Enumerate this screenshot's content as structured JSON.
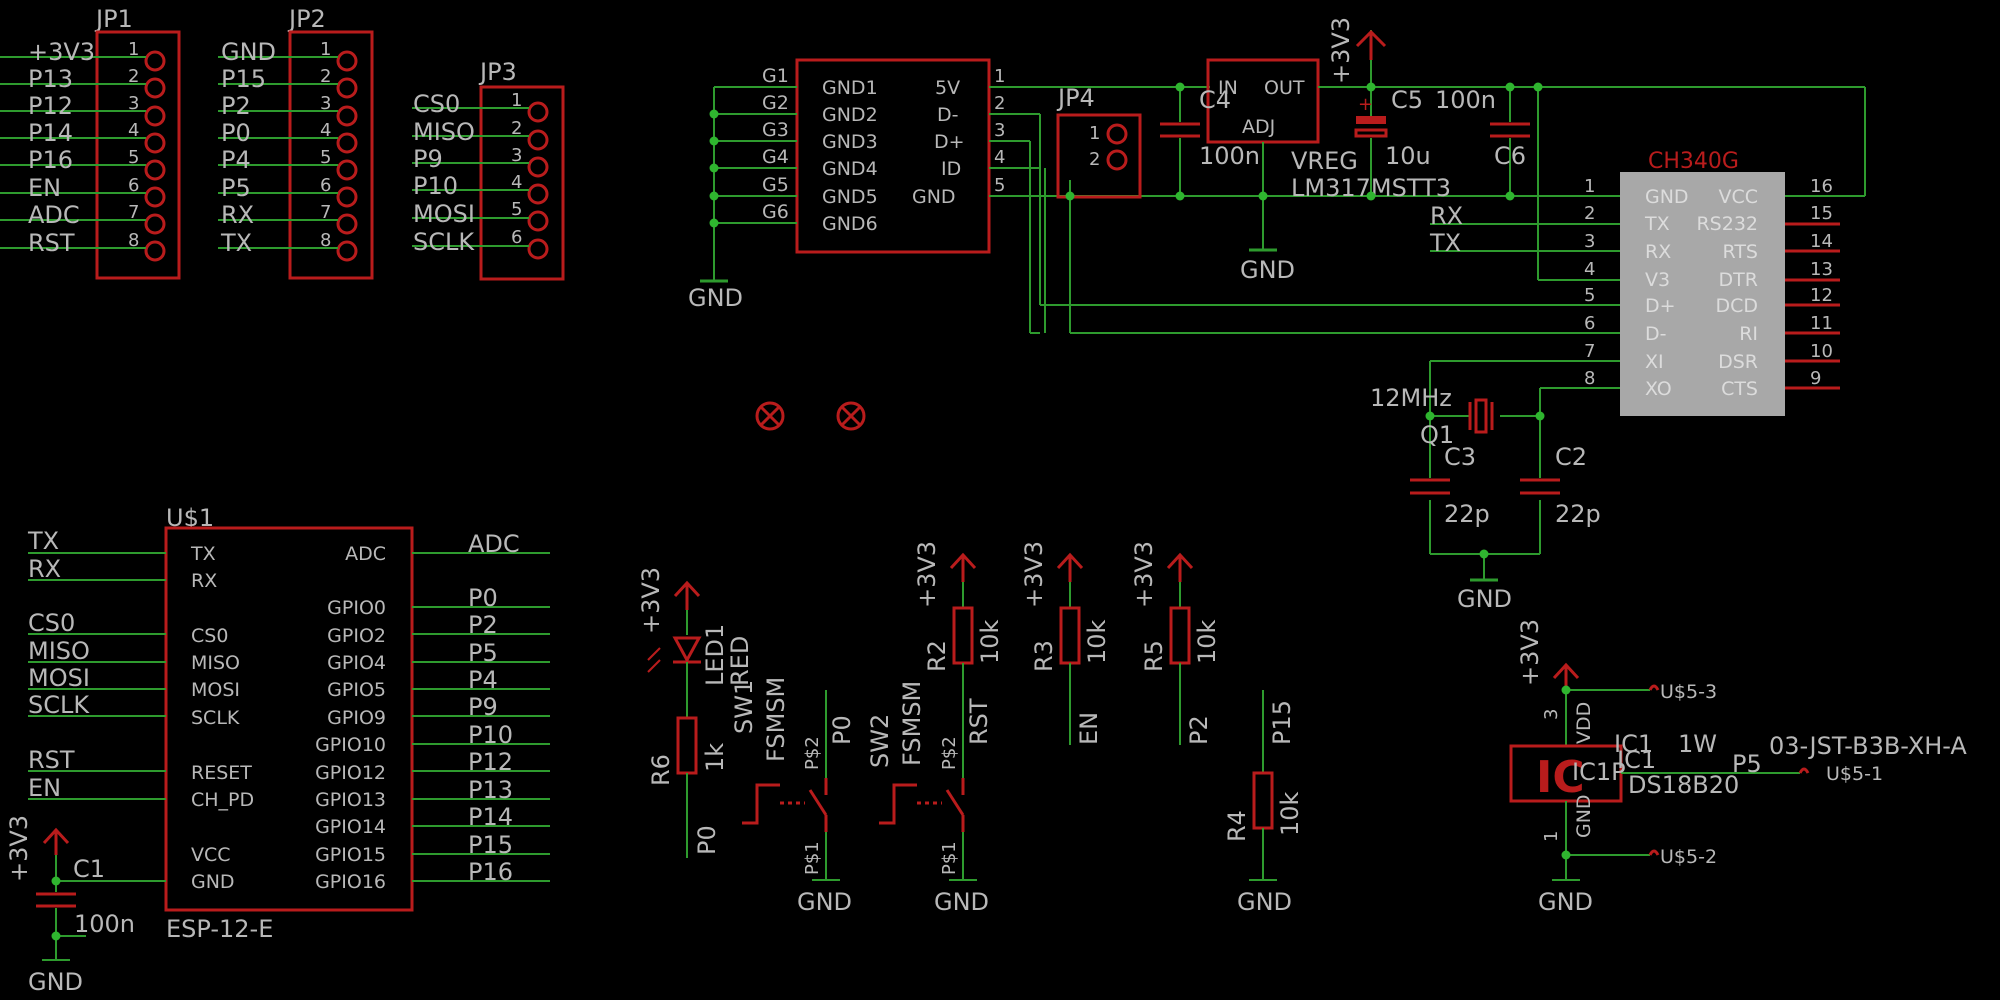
{
  "headers": {
    "jp1": {
      "name": "JP1",
      "labels": [
        "+3V3",
        "P13",
        "P12",
        "P14",
        "P16",
        "EN",
        "ADC",
        "RST"
      ],
      "pins": [
        "1",
        "2",
        "3",
        "4",
        "5",
        "6",
        "7",
        "8"
      ]
    },
    "jp2": {
      "name": "JP2",
      "labels": [
        "GND",
        "P15",
        "P2",
        "P0",
        "P4",
        "P5",
        "RX",
        "TX"
      ],
      "pins": [
        "1",
        "2",
        "3",
        "4",
        "5",
        "6",
        "7",
        "8"
      ]
    },
    "jp3": {
      "name": "JP3",
      "labels": [
        "CS0",
        "MISO",
        "P9",
        "P10",
        "MOSI",
        "SCLK"
      ],
      "pins": [
        "1",
        "2",
        "3",
        "4",
        "5",
        "6"
      ]
    },
    "jp4": {
      "name": "JP4",
      "pins": [
        "1",
        "2"
      ]
    }
  },
  "usb": {
    "gnd_labels": [
      "G1",
      "G2",
      "G3",
      "G4",
      "G5",
      "G6"
    ],
    "left_pins": [
      "GND1",
      "GND2",
      "GND3",
      "GND4",
      "GND5",
      "GND6"
    ],
    "right_pins": [
      "5V",
      "D-",
      "D+",
      "ID",
      "GND"
    ],
    "right_nums": [
      "1",
      "2",
      "3",
      "4",
      "5"
    ],
    "gnd": "GND"
  },
  "vreg": {
    "in": "IN",
    "out": "OUT",
    "adj": "ADJ",
    "name": "VREG",
    "value": "LM317MSTT3",
    "gnd": "GND",
    "rail": "+3V3",
    "c4_name": "C4",
    "c4_value": "100n",
    "c5_name": "C5",
    "c5_value": "10u",
    "c6_name": "C6",
    "c6_value": "100n"
  },
  "ch340": {
    "title": "CH340G",
    "left_pins": [
      "GND",
      "TX",
      "RX",
      "V3",
      "D+",
      "D-",
      "XI",
      "XO"
    ],
    "right_pins": [
      "VCC",
      "RS232",
      "RTS",
      "DTR",
      "DCD",
      "RI",
      "DSR",
      "CTS"
    ],
    "left_nums": [
      "1",
      "2",
      "3",
      "4",
      "5",
      "6",
      "7",
      "8"
    ],
    "right_nums": [
      "16",
      "15",
      "14",
      "13",
      "12",
      "11",
      "10",
      "9"
    ],
    "rx": "RX",
    "tx": "TX"
  },
  "crystal": {
    "freq": "12MHz",
    "name": "Q1",
    "c3_name": "C3",
    "c3_value": "22p",
    "c2_name": "C2",
    "c2_value": "22p",
    "gnd": "GND"
  },
  "esp": {
    "name": "U$1",
    "part": "ESP-12-E",
    "left_pins": [
      "TX",
      "RX",
      "CS0",
      "MISO",
      "MOSI",
      "SCLK",
      "RESET",
      "CH_PD",
      "VCC",
      "GND"
    ],
    "left_labels": [
      "TX",
      "RX",
      "CS0",
      "MISO",
      "MOSI",
      "SCLK",
      "RST",
      "EN"
    ],
    "right_pins": [
      "ADC",
      "GPIO0",
      "GPIO2",
      "GPIO4",
      "GPIO5",
      "GPIO9",
      "GPIO10",
      "GPIO12",
      "GPIO13",
      "GPIO14",
      "GPIO15",
      "GPIO16"
    ],
    "right_labels": [
      "ADC",
      "P0",
      "P2",
      "P5",
      "P4",
      "P9",
      "P10",
      "P12",
      "P13",
      "P14",
      "P15",
      "P16"
    ],
    "c1_name": "C1",
    "c1_value": "100n",
    "rail": "+3V3",
    "gnd": "GND"
  },
  "led": {
    "rail": "+3V3",
    "name": "LED1",
    "color": "RED",
    "r_name": "R6",
    "r_value": "1k",
    "net": "P0"
  },
  "switches": {
    "sw1": {
      "name": "SW1",
      "type": "FSMSM",
      "p2": "P$2",
      "p1": "P$1",
      "net": "P0",
      "gnd": "GND"
    },
    "sw2": {
      "name": "SW2",
      "type": "FSMSM",
      "p2": "P$2",
      "p1": "P$1",
      "net": "RST",
      "gnd": "GND"
    }
  },
  "pullups": {
    "r2": {
      "rail": "+3V3",
      "name": "R2",
      "value": "10k",
      "net": "RST"
    },
    "r3": {
      "rail": "+3V3",
      "name": "R3",
      "value": "10k",
      "net": "EN"
    },
    "r5": {
      "rail": "+3V3",
      "name": "R5",
      "value": "10k",
      "net": "P2"
    },
    "r4": {
      "net": "P15",
      "name": "R4",
      "value": "10k",
      "gnd": "GND"
    }
  },
  "sensor": {
    "rail": "+3V3",
    "pin3": "3",
    "pin1": "1",
    "vdd": "VDD",
    "gnd_pin": "GND",
    "name_a": "IC1",
    "name_b": "IC1",
    "power": "1W",
    "prefix": "IC1P",
    "part": "DS18B20",
    "connector": "03-JST-B3B-XH-A",
    "net": "P5",
    "u5_3": "U$5-3",
    "u5_1": "U$5-1",
    "u5_2": "U$5-2",
    "gnd": "GND",
    "logo": "IC"
  },
  "colors": {
    "background": "#000000",
    "wire": "#2e9b2e",
    "part": "#b91c1c",
    "text": "#b8b8b8",
    "junction": "#2fb52f",
    "ic_fill": "#a8a8a8"
  }
}
